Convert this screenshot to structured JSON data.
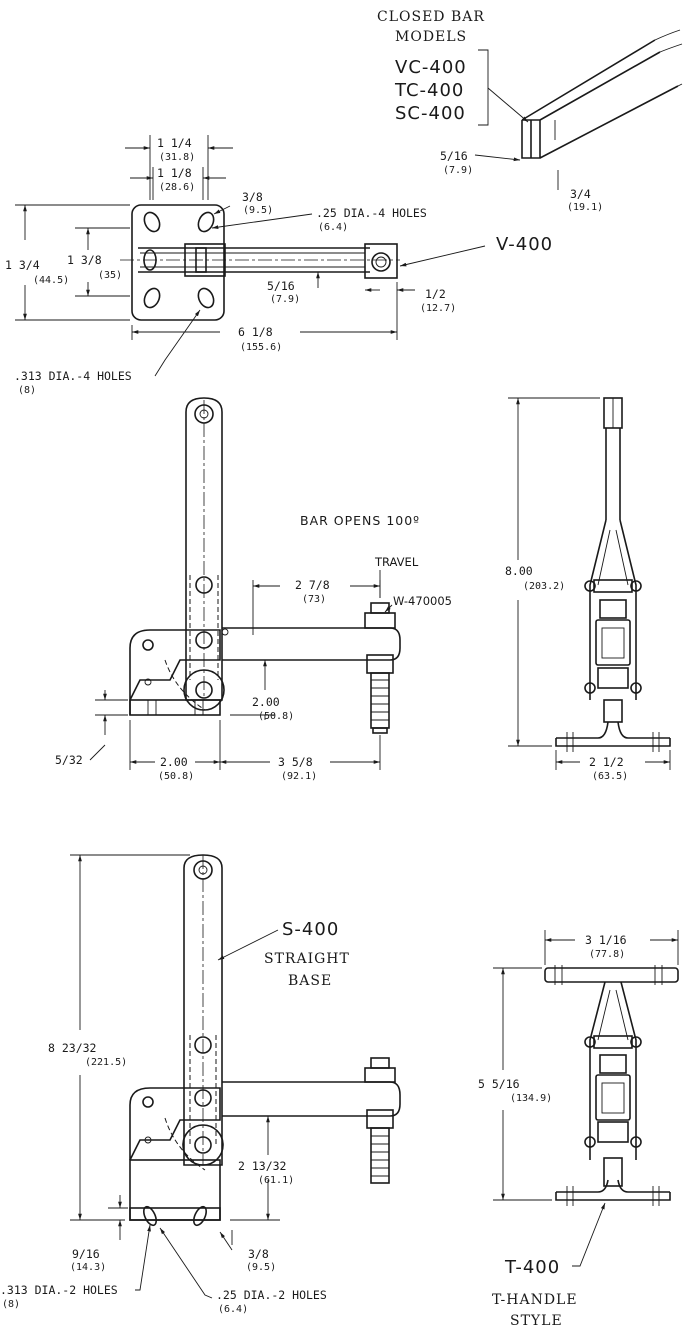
{
  "closed_bar": {
    "title_line1": "CLOSED BAR",
    "title_line2": "MODELS",
    "models": [
      "VC-400",
      "TC-400",
      "SC-400"
    ],
    "dim_thickness": "5/16",
    "dim_thickness_mm": "(7.9)",
    "dim_width": "3/4",
    "dim_width_mm": "(19.1)"
  },
  "v400": {
    "model": "V-400",
    "d_1_1_4": "1 1/4",
    "d_1_1_4_mm": "(31.8)",
    "d_1_1_8": "1 1/8",
    "d_1_1_8_mm": "(28.6)",
    "d_3_8": "3/8",
    "d_3_8_mm": "(9.5)",
    "holes_25": ".25 DIA.-4 HOLES",
    "holes_25_mm": "(6.4)",
    "d_1_3_4": "1 3/4",
    "d_1_3_4_mm": "(44.5)",
    "d_1_3_8": "1 3/8",
    "d_1_3_8_mm": "(35)",
    "d_5_16": "5/16",
    "d_5_16_mm": "(7.9)",
    "d_1_2": "1/2",
    "d_1_2_mm": "(12.7)",
    "d_6_1_8": "6 1/8",
    "d_6_1_8_mm": "(155.6)",
    "holes_313": ".313 DIA.-4 HOLES",
    "holes_313_mm": "(8)"
  },
  "side_view": {
    "bar_opens": "BAR OPENS 100º",
    "travel": "TRAVEL",
    "d_2_7_8": "2 7/8",
    "d_2_7_8_mm": "(73)",
    "spindle": "W-470005",
    "d_2_00_h": "2.00",
    "d_2_00_h_mm": "(50.8)",
    "d_5_32": "5/32",
    "d_2_00_w": "2.00",
    "d_2_00_w_mm": "(50.8)",
    "d_3_5_8": "3 5/8",
    "d_3_5_8_mm": "(92.1)"
  },
  "front_view": {
    "d_8_00": "8.00",
    "d_8_00_mm": "(203.2)",
    "d_2_1_2": "2 1/2",
    "d_2_1_2_mm": "(63.5)"
  },
  "s400": {
    "model": "S-400",
    "style_line1": "STRAIGHT",
    "style_line2": "BASE",
    "d_8_23_32": "8 23/32",
    "d_8_23_32_mm": "(221.5)",
    "d_2_13_32": "2 13/32",
    "d_2_13_32_mm": "(61.1)",
    "d_9_16": "9/16",
    "d_9_16_mm": "(14.3)",
    "d_3_8": "3/8",
    "d_3_8_mm": "(9.5)",
    "holes_313": ".313 DIA.-2 HOLES",
    "holes_313_mm": "(8)",
    "holes_25": ".25 DIA.-2 HOLES",
    "holes_25_mm": "(6.4)"
  },
  "t400": {
    "model": "T-400",
    "style_line1": "T-HANDLE",
    "style_line2": "STYLE",
    "d_3_1_16": "3 1/16",
    "d_3_1_16_mm": "(77.8)",
    "d_5_5_16": "5 5/16",
    "d_5_5_16_mm": "(134.9)"
  }
}
